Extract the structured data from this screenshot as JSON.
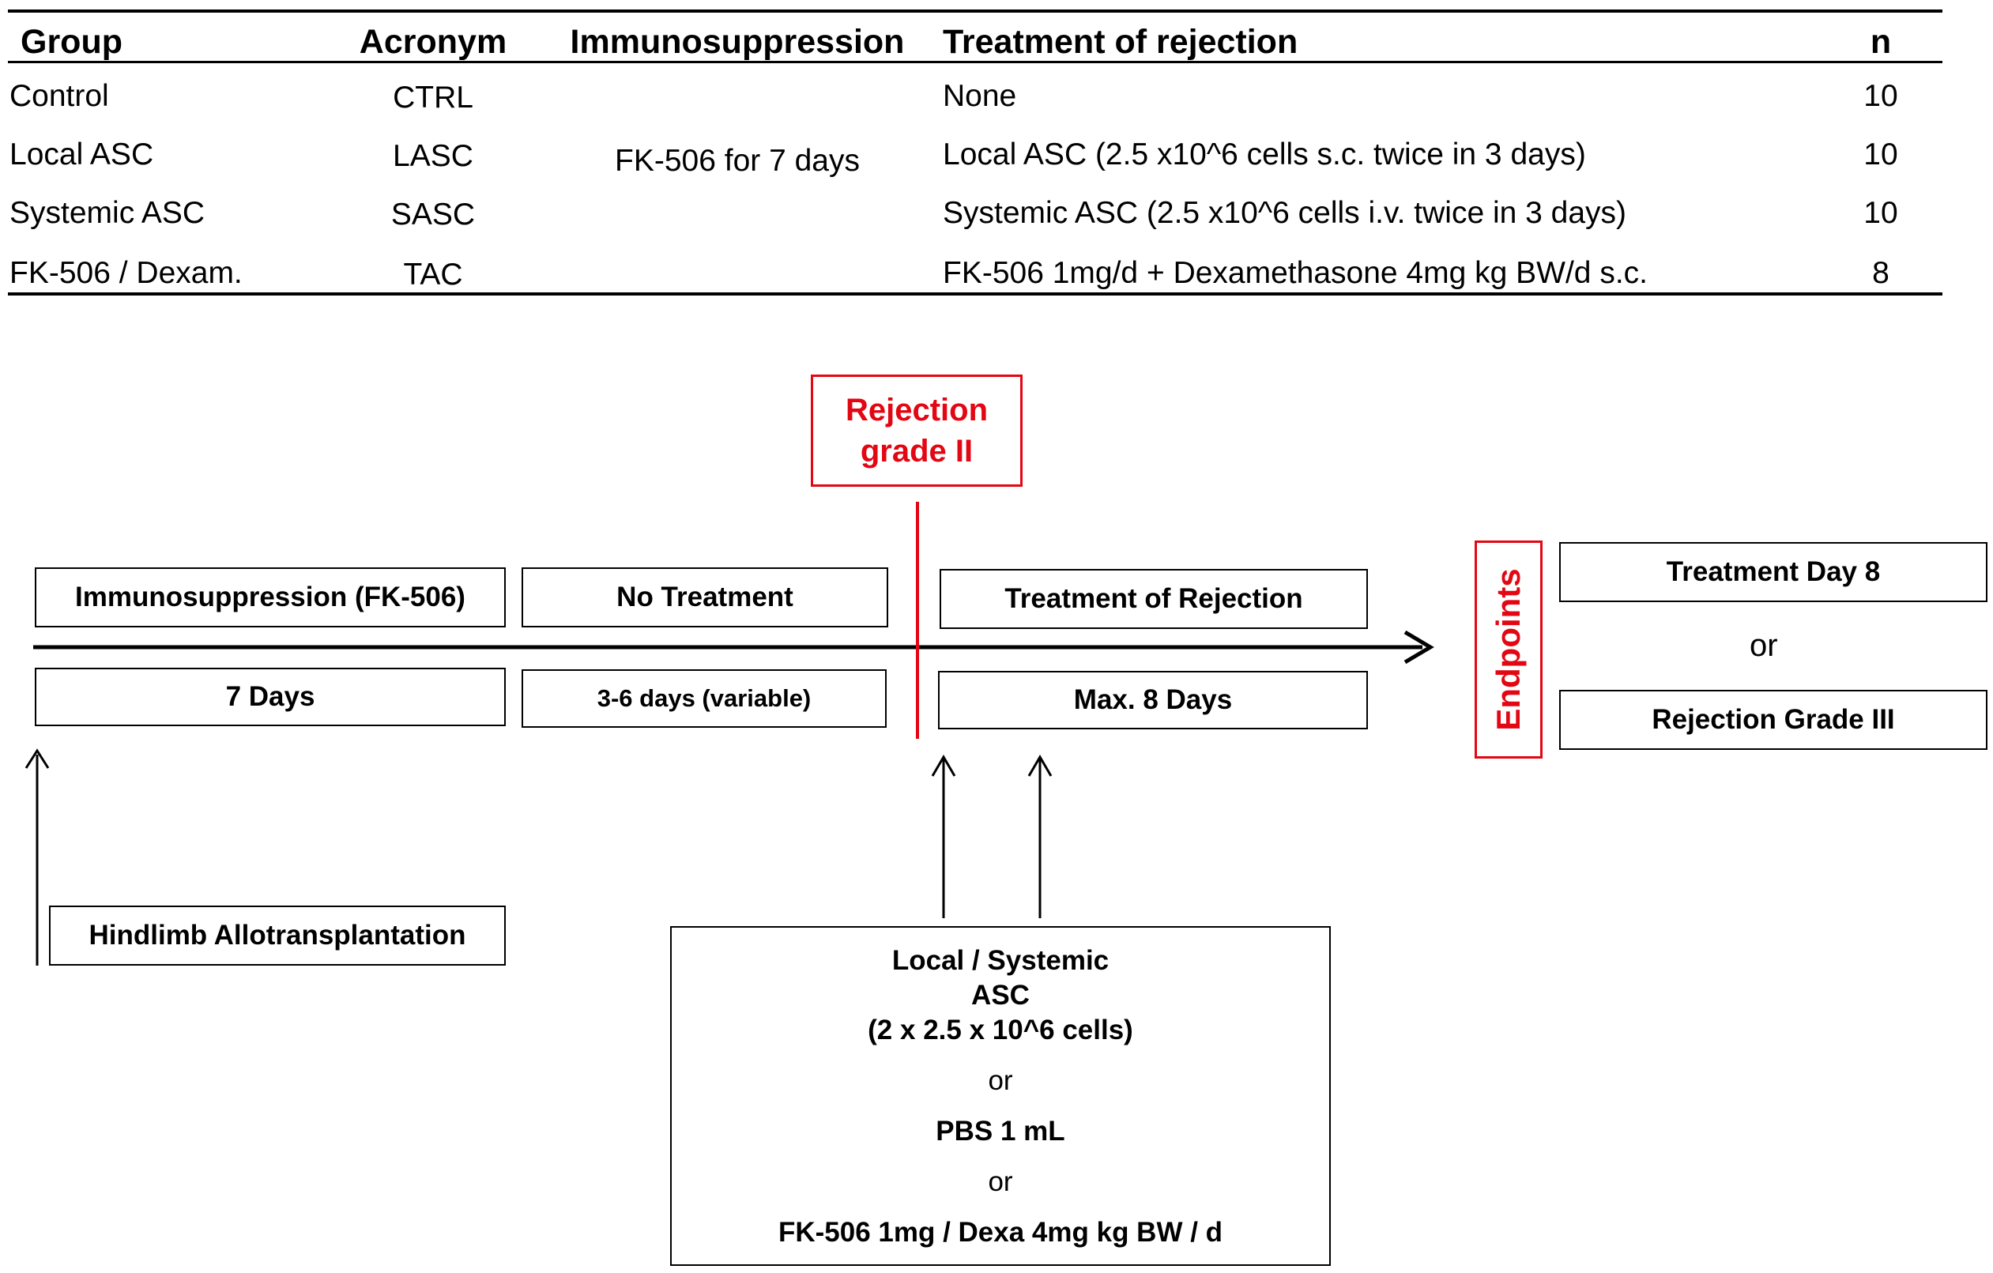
{
  "table": {
    "headers": {
      "group": "Group",
      "acronym": "Acronym",
      "immunosuppression": "Immunosuppression",
      "treatment": "Treatment of rejection",
      "n": "n"
    },
    "immunosuppression_value": "FK-506 for 7 days",
    "rows": [
      {
        "group": "Control",
        "acronym": "CTRL",
        "treatment": "None",
        "n": "10"
      },
      {
        "group": "Local ASC",
        "acronym": "LASC",
        "treatment": "Local ASC (2.5 x10^6 cells s.c. twice in 3 days)",
        "n": "10"
      },
      {
        "group": "Systemic ASC",
        "acronym": "SASC",
        "treatment": "Systemic ASC (2.5 x10^6 cells i.v. twice in 3 days)",
        "n": "10"
      },
      {
        "group": "FK-506 / Dexam.",
        "acronym": "TAC",
        "treatment": "FK-506 1mg/d + Dexamethasone 4mg kg BW/d s.c.",
        "n": "8"
      }
    ]
  },
  "timeline": {
    "rejection_marker": {
      "line1": "Rejection",
      "line2": "grade II"
    },
    "phases_top": [
      "Immunosuppression (FK-506)",
      "No Treatment",
      "Treatment of Rejection"
    ],
    "phases_bottom": [
      "7 Days",
      "3-6 days (variable)",
      "Max. 8 Days"
    ],
    "transplant_label": "Hindlimb Allotransplantation",
    "endpoints": {
      "label": "Endpoints",
      "option1": "Treatment Day 8",
      "or": "or",
      "option2": "Rejection Grade III"
    },
    "treatment_options": {
      "line1": "Local / Systemic",
      "line2": "ASC",
      "line3": "(2 x 2.5 x 10^6 cells)",
      "or1": "or",
      "line4": "PBS 1 mL",
      "or2": "or",
      "line5": "FK-506 1mg / Dexa 4mg kg BW / d"
    }
  },
  "colors": {
    "accent_red": "#e30613",
    "line": "#000000"
  }
}
